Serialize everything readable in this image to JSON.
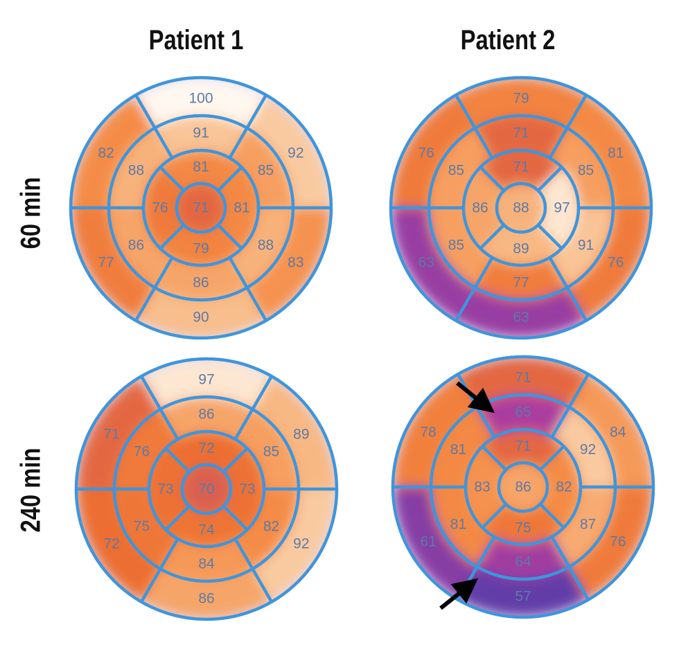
{
  "columns": [
    "Patient 1",
    "Patient 2"
  ],
  "rows": [
    "60 min",
    "240 min"
  ],
  "colors": {
    "divider": "#3f95dc",
    "label": "#5d7aa6",
    "arrow": "#000000"
  },
  "plots": [
    {
      "patient": "Patient 1",
      "time": "60 min",
      "basal": [
        100,
        92,
        83,
        90,
        77,
        82
      ],
      "mid": [
        91,
        85,
        88,
        86,
        86,
        88
      ],
      "apical": [
        81,
        81,
        79,
        76
      ],
      "apex": 71
    },
    {
      "patient": "Patient 2",
      "time": "60 min",
      "basal": [
        79,
        81,
        76,
        63,
        63,
        76
      ],
      "mid": [
        71,
        85,
        91,
        77,
        85,
        85
      ],
      "apical": [
        71,
        97,
        89,
        86
      ],
      "apex": 88
    },
    {
      "patient": "Patient 1",
      "time": "240 min",
      "basal": [
        97,
        89,
        92,
        86,
        72,
        71
      ],
      "mid": [
        86,
        85,
        82,
        84,
        75,
        76
      ],
      "apical": [
        72,
        73,
        74,
        73
      ],
      "apex": 70
    },
    {
      "patient": "Patient 2",
      "time": "240 min",
      "basal": [
        71,
        84,
        76,
        57,
        61,
        78
      ],
      "mid": [
        65,
        92,
        87,
        64,
        81,
        81
      ],
      "apical": [
        71,
        82,
        75,
        83
      ],
      "apex": 86,
      "arrows": [
        "anterior-mid",
        "inferior-basal"
      ]
    }
  ]
}
